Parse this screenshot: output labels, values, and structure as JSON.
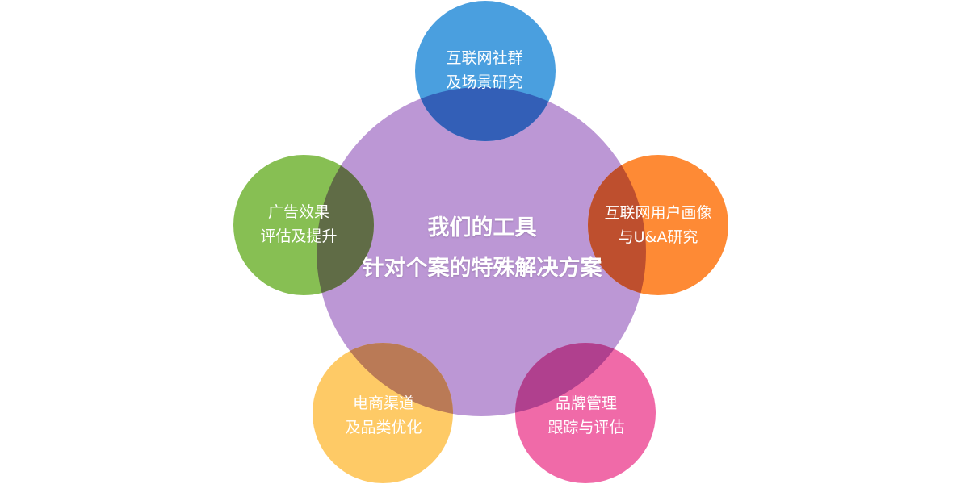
{
  "center": {
    "line1": "我们的工具",
    "line2": "针对个案的特殊解决方案",
    "color": "#BC97D5"
  },
  "nodes": [
    {
      "id": "top",
      "line1": "互联网社群",
      "line2": "及场景研究",
      "color": "#4A9FDF",
      "overlap_color": "#335FB7"
    },
    {
      "id": "right",
      "line1": "互联网用户画像",
      "line2": "与U&A研究",
      "color": "#FE8A35",
      "overlap_color": "#BE4F2E"
    },
    {
      "id": "bottom-right",
      "line1": "品牌管理",
      "line2": "跟踪与评估",
      "color": "#F06AA8",
      "overlap_color": "#B0408E"
    },
    {
      "id": "bottom-left",
      "line1": "电商渠道",
      "line2": "及品类优化",
      "color": "#FECA66",
      "overlap_color": "#BA7A56"
    },
    {
      "id": "left",
      "line1": "广告效果",
      "line2": "评估及提升",
      "color": "#87BF53",
      "overlap_color": "#606C46"
    }
  ]
}
